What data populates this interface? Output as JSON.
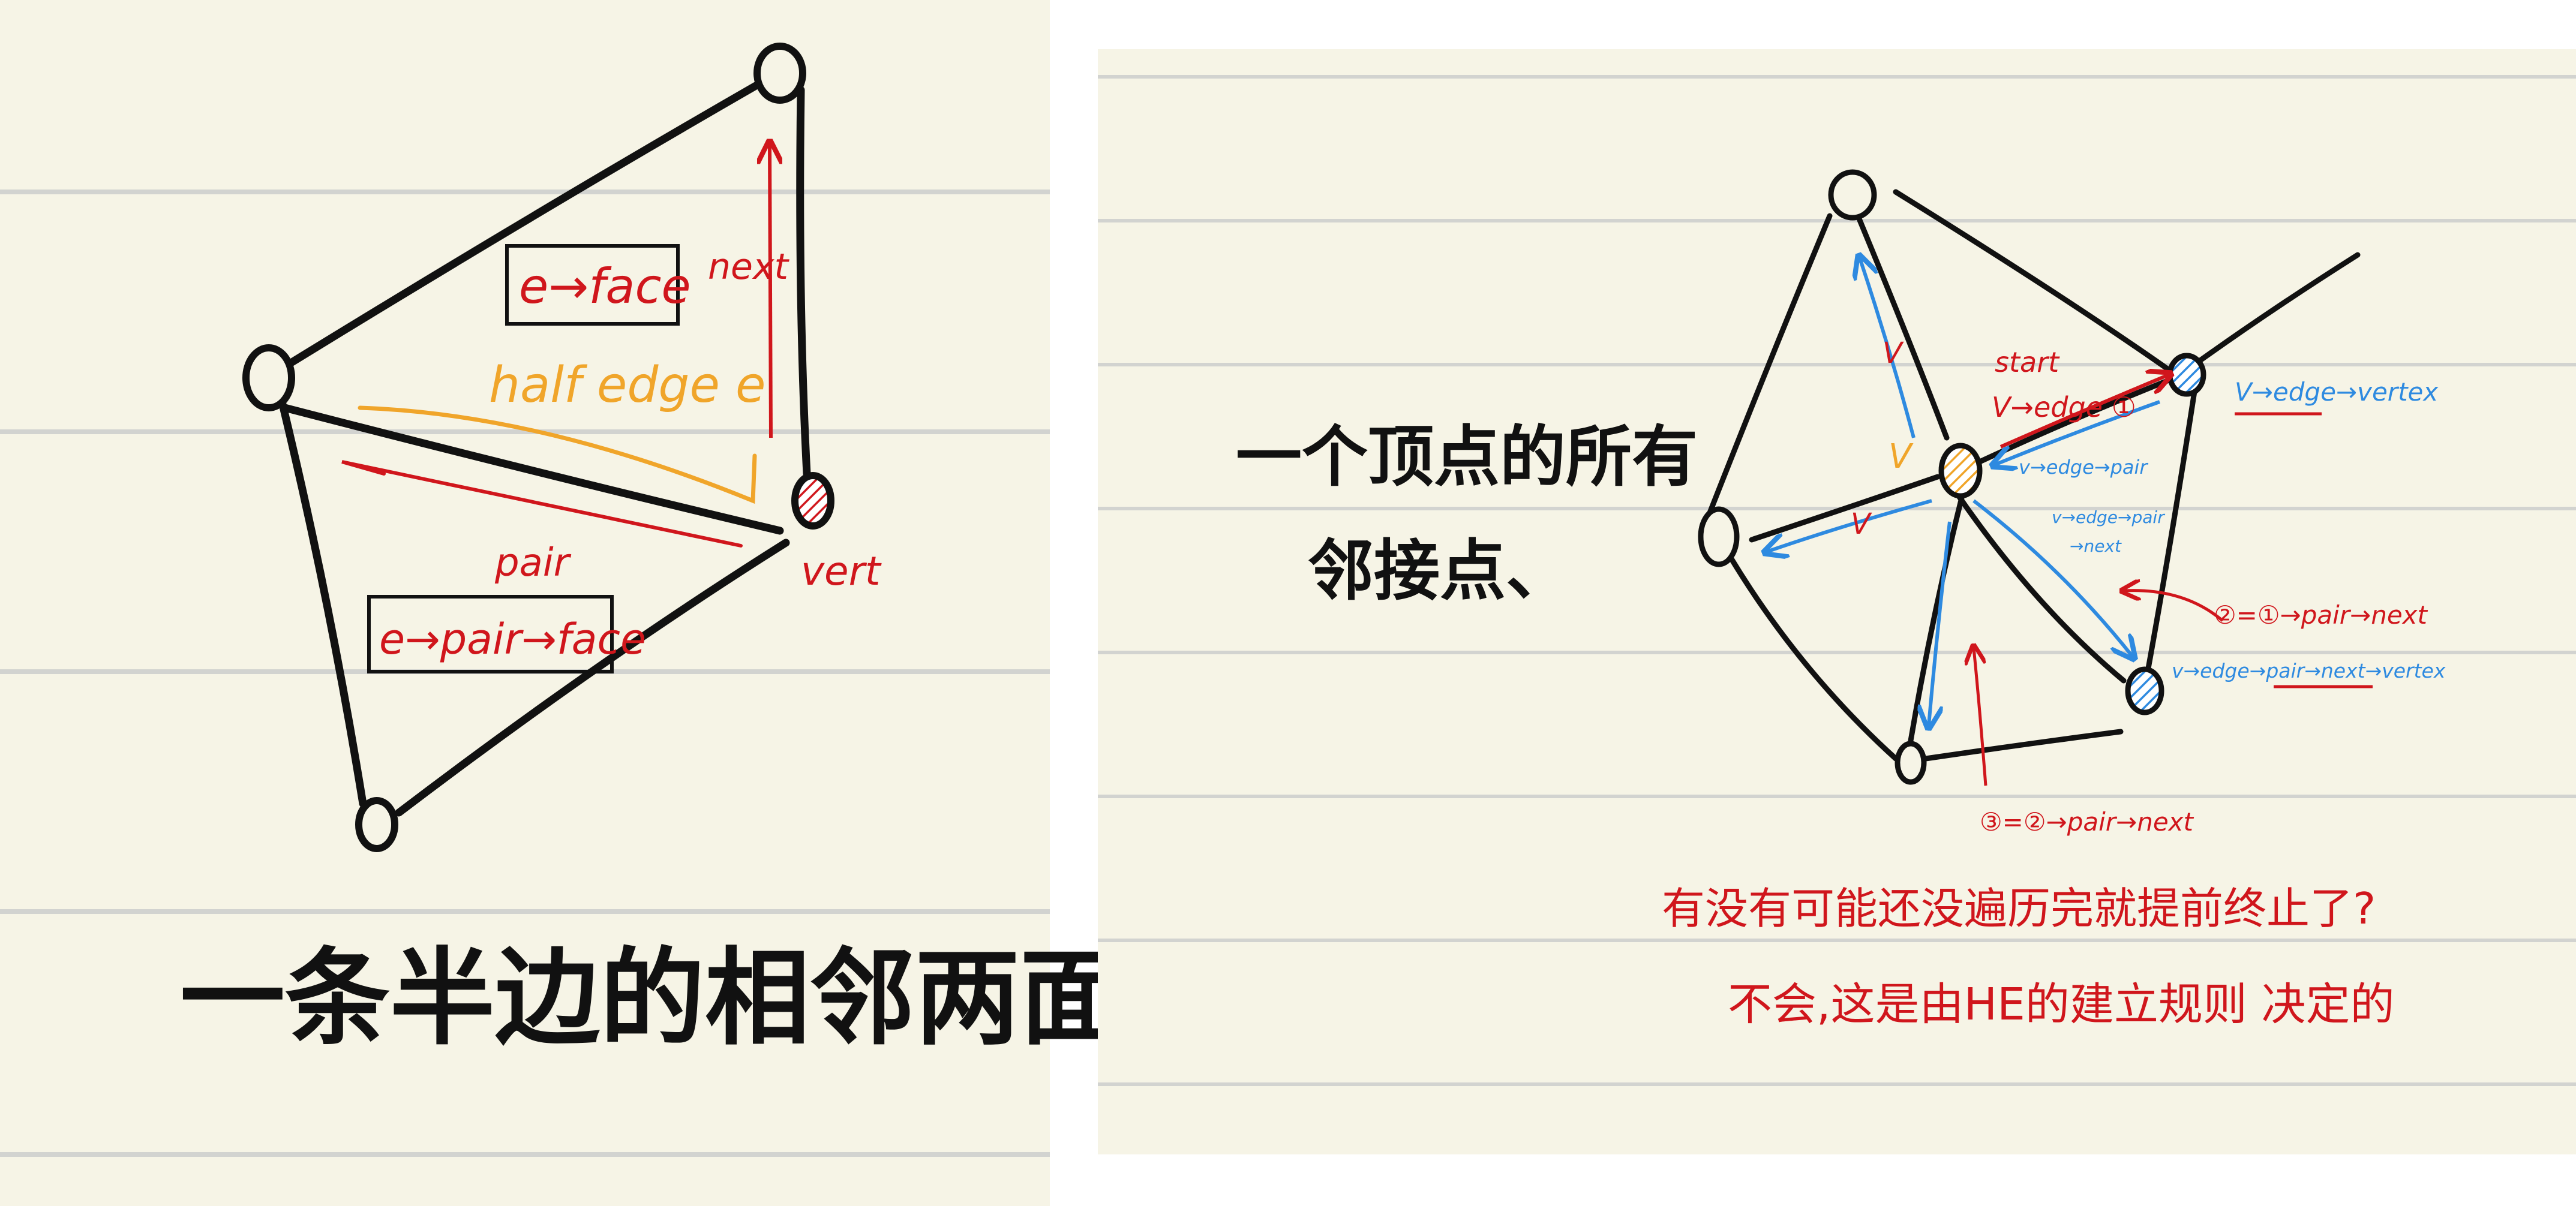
{
  "colors": {
    "paper": "#f6f4e6",
    "rule_line": "#d2d3d0",
    "ink_black": "#111111",
    "ink_red": "#d0161c",
    "ink_orange": "#f0a52a",
    "ink_blue": "#2e8ae0",
    "background": "#ffffff"
  },
  "left_panel": {
    "title": "一条半边的相邻两面",
    "labels": {
      "e_face": "e→face",
      "next": "next",
      "half_edge": "half edge e",
      "pair": "pair",
      "e_pair_face": "e→pair→face",
      "vert": "vert"
    }
  },
  "right_panel": {
    "title_line1": "一个顶点的所有",
    "title_line2": "邻接点、",
    "labels": {
      "start": "start",
      "v_edge_1": "V→edge ①",
      "v_edge_vertex": "V→edge→vertex",
      "v_edge_pair": "v→edge→pair",
      "v_edge_pair_next_1": "v→edge→pair",
      "v_edge_pair_next_2": "→next",
      "step2": "②=①→pair→next",
      "v_edge_pair_next_vertex": "v→edge→pair→next→vertex",
      "step3": "③=②→pair→next",
      "v_label_orange": "V",
      "v_mark_1": "V",
      "v_mark_2": "V",
      "question": "有没有可能还没遍历完就提前终止了?",
      "answer": "不会,这是由HE的建立规则 决定的"
    }
  }
}
